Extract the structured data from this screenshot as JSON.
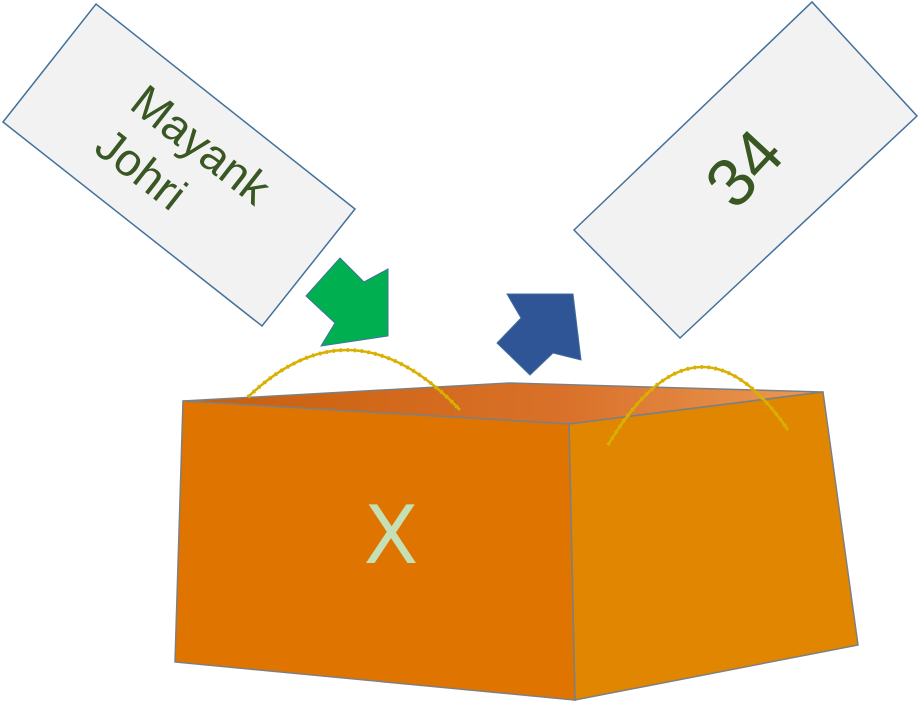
{
  "cards": {
    "input": {
      "line1": "Mayank",
      "line2": "Johri"
    },
    "output": {
      "value": "34"
    }
  },
  "box": {
    "label": "X"
  },
  "colors": {
    "card_fill": "#f2f2f2",
    "card_stroke": "#41719c",
    "card_text": "#385723",
    "in_arrow": "#00b050",
    "out_arrow": "#2f5597",
    "box_front": "#e07400",
    "box_side": "#e08600",
    "box_top": "#e58a3a",
    "handle": "#d9b000",
    "box_label": "#c5e0b4"
  }
}
